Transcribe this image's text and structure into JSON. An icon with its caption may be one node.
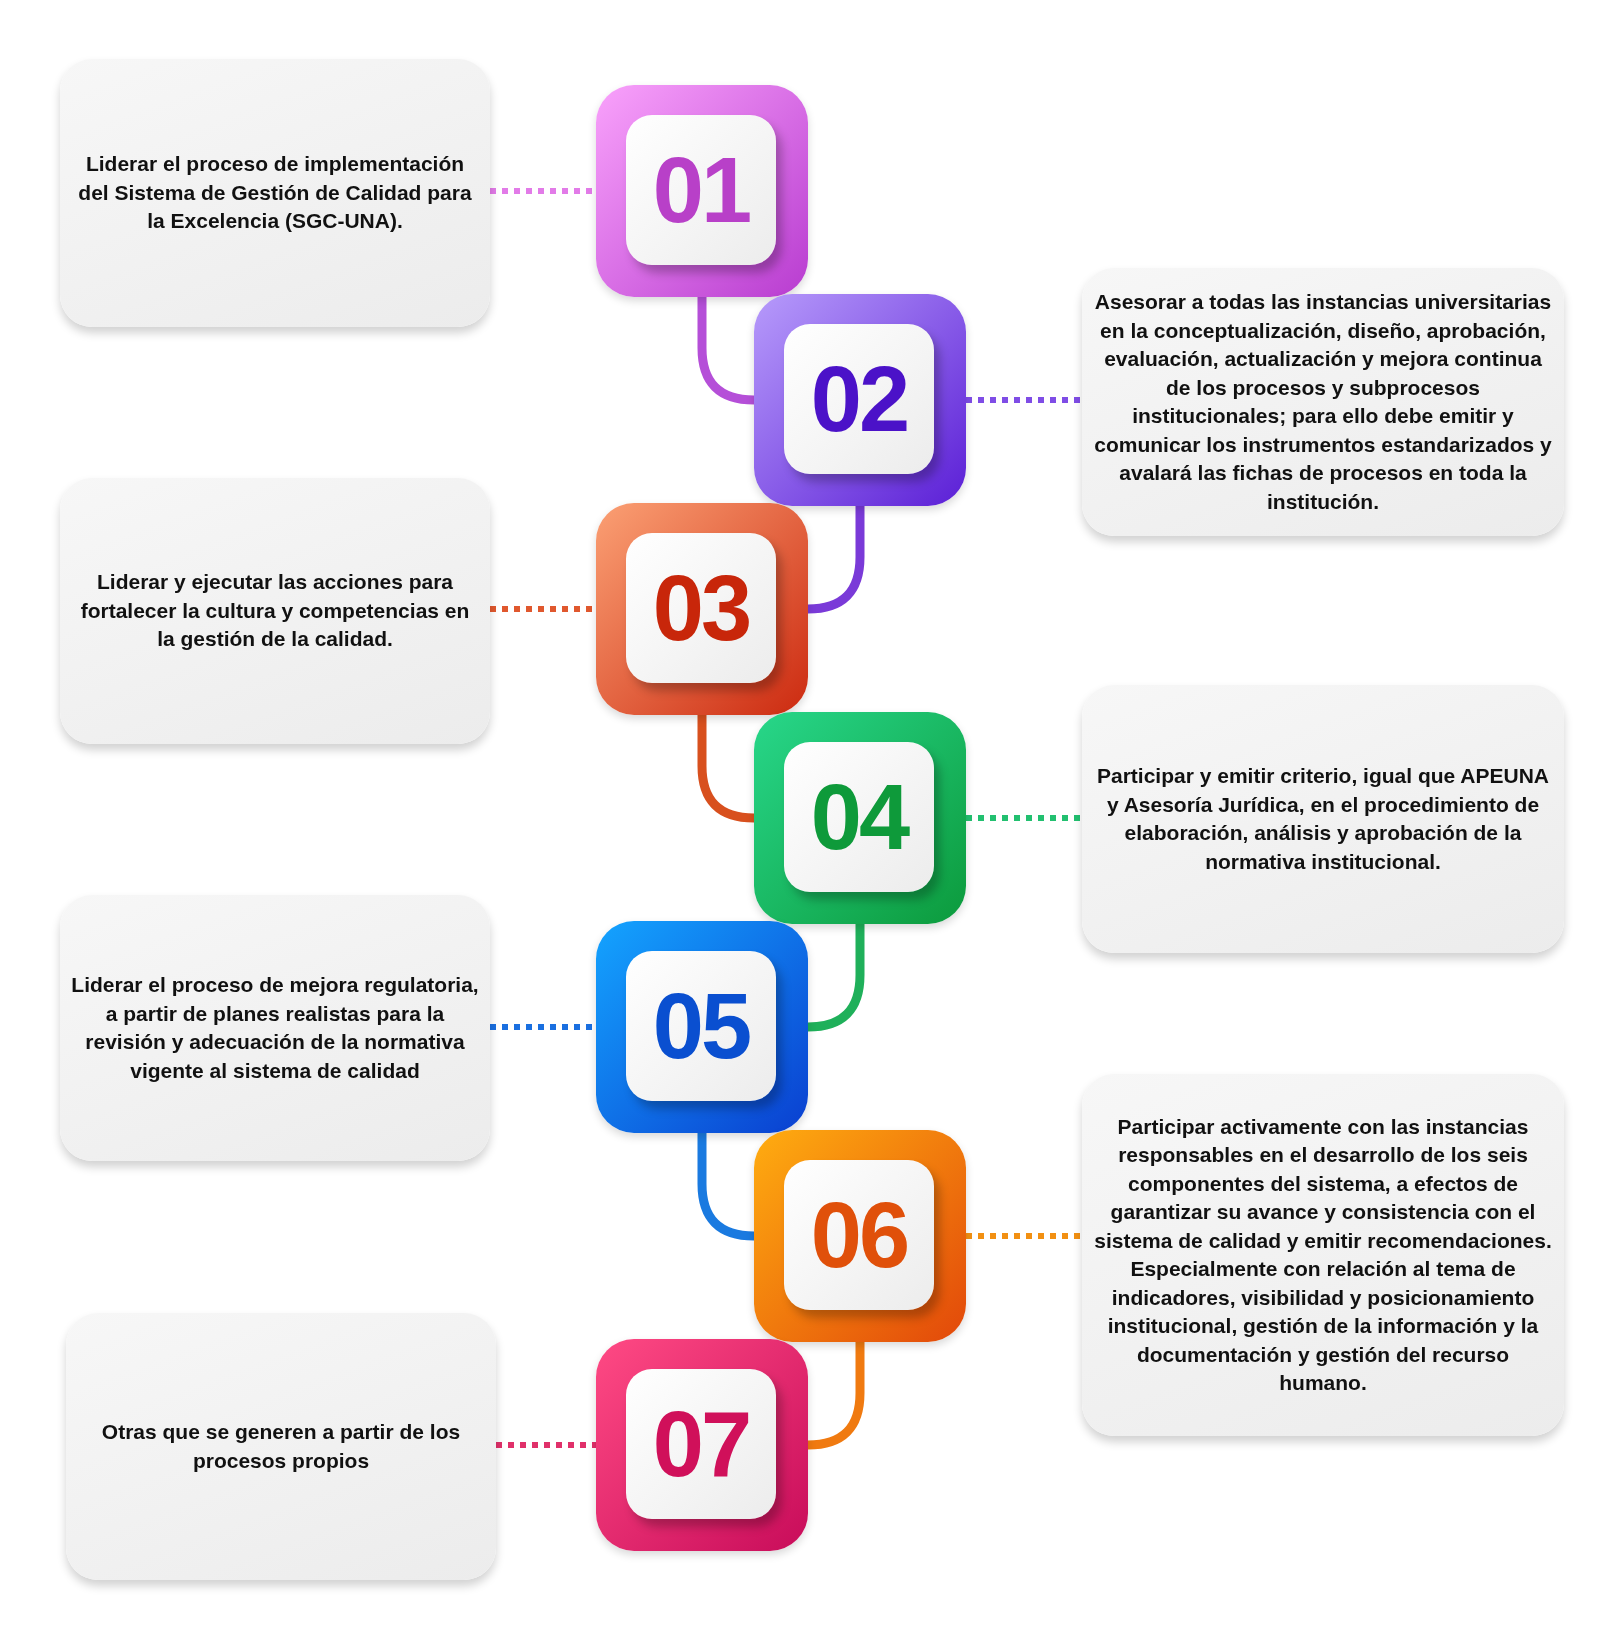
{
  "diagram": {
    "nodes": [
      {
        "text": [
          "Liderar el proceso de implementación del Sistema de Gestión de Calidad para la Excelencia (SGC-UNA)."
        ]
      },
      {
        "text": [
          "01"
        ]
      },
      {
        "text": [
          "02"
        ]
      },
      {
        "text": [
          "Asesorar a todas las instancias universitarias en la conceptualización, diseño, aprobación, evaluación, actualización y mejora continua de los procesos y subprocesos institucionales; para ello debe emitir y comunicar los instrumentos estandarizados y avalará las fichas de procesos en toda la institución."
        ]
      },
      {
        "text": [
          "Liderar y ejecutar las acciones para fortalecer la cultura y competencias en la gestión de la calidad."
        ]
      },
      {
        "text": [
          "03"
        ]
      },
      {
        "text": [
          "04"
        ]
      },
      {
        "text": [
          "Participar y emitir criterio, igual que APEUNA y Asesoría Jurídica, en el procedimiento de elaboración, análisis y aprobación de la normativa institucional."
        ]
      },
      {
        "text": [
          "Liderar el proceso de mejora regulatoria, a partir de planes realistas para la revisión y adecuación de la normativa vigente al sistema de calidad"
        ]
      },
      {
        "text": [
          "05"
        ]
      },
      {
        "text": [
          "06"
        ]
      },
      {
        "text": [
          "Participar activamente con las instancias responsables en el desarrollo de los seis componentes del sistema, a efectos de garantizar su avance y consistencia con el sistema de calidad y emitir recomendaciones. Especialmente con relación al tema de indicadores, visibilidad y posicionamiento institucional, gestión de la información y la documentación y gestión del recurso humano."
        ]
      },
      {
        "text": [
          "Otras que se generen a partir de los procesos propios"
        ]
      },
      {
        "text": [
          "07"
        ]
      }
    ],
    "edges": [
      {
        "from": 0,
        "to": 1,
        "arrow": "none",
        "style": "dashed",
        "color": "#e27be8"
      },
      {
        "from": 1,
        "to": 2,
        "arrow": "none",
        "color": "#b54fd8"
      },
      {
        "from": 2,
        "to": 3,
        "arrow": "none",
        "style": "dashed",
        "color": "#7f4de6"
      },
      {
        "from": 2,
        "to": 5,
        "arrow": "none",
        "color": "#7a3ad8"
      },
      {
        "from": 4,
        "to": 5,
        "arrow": "none",
        "style": "dashed",
        "color": "#e0582e"
      },
      {
        "from": 5,
        "to": 6,
        "arrow": "none",
        "color": "#d8501e"
      },
      {
        "from": 6,
        "to": 7,
        "arrow": "none",
        "style": "dashed",
        "color": "#22c070"
      },
      {
        "from": 6,
        "to": 9,
        "arrow": "none",
        "color": "#1fb05a"
      },
      {
        "from": 8,
        "to": 9,
        "arrow": "none",
        "style": "dashed",
        "color": "#1a6fe0"
      },
      {
        "from": 9,
        "to": 10,
        "arrow": "none",
        "color": "#1a7ae0"
      },
      {
        "from": 10,
        "to": 11,
        "arrow": "none",
        "style": "dashed",
        "color": "#f29012"
      },
      {
        "from": 10,
        "to": 13,
        "arrow": "none",
        "color": "#f07a10"
      },
      {
        "from": 12,
        "to": 13,
        "arrow": "none",
        "style": "dashed",
        "color": "#e0306a"
      }
    ]
  }
}
